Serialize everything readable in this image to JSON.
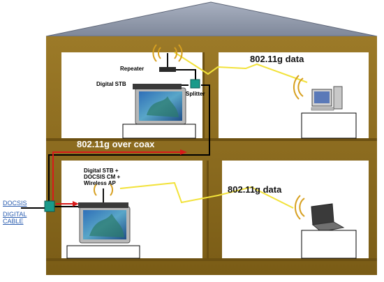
{
  "labels": {
    "repeater": "Repeater",
    "digital_stb": "Digital STB",
    "splitter": "Splitter",
    "upper_wireless": "802.11g data",
    "over_coax": "802.11g over coax",
    "combo_line1": "Digital STB +",
    "combo_line2": "DOCSIS CM +",
    "combo_line3": "Wireless AP",
    "lower_wireless": "802.11g data",
    "docsis": "DOCSIS",
    "digital": "DIGITAL",
    "cable": "CABLE"
  },
  "colors": {
    "roof": "#8d96a8",
    "wood": "#8a6a1c",
    "wall": "#ffffff",
    "coax": "#000000",
    "signal_path": "#d81a1a",
    "wireless_link": "#f2e23a",
    "splitter": "#1a9a8a",
    "ext_link": "#2a5db0"
  },
  "icons": [
    "antenna-icon",
    "wireless-waves-icon",
    "tv-icon",
    "set-top-box-icon",
    "desktop-computer-icon",
    "laptop-icon",
    "splitter-icon"
  ]
}
